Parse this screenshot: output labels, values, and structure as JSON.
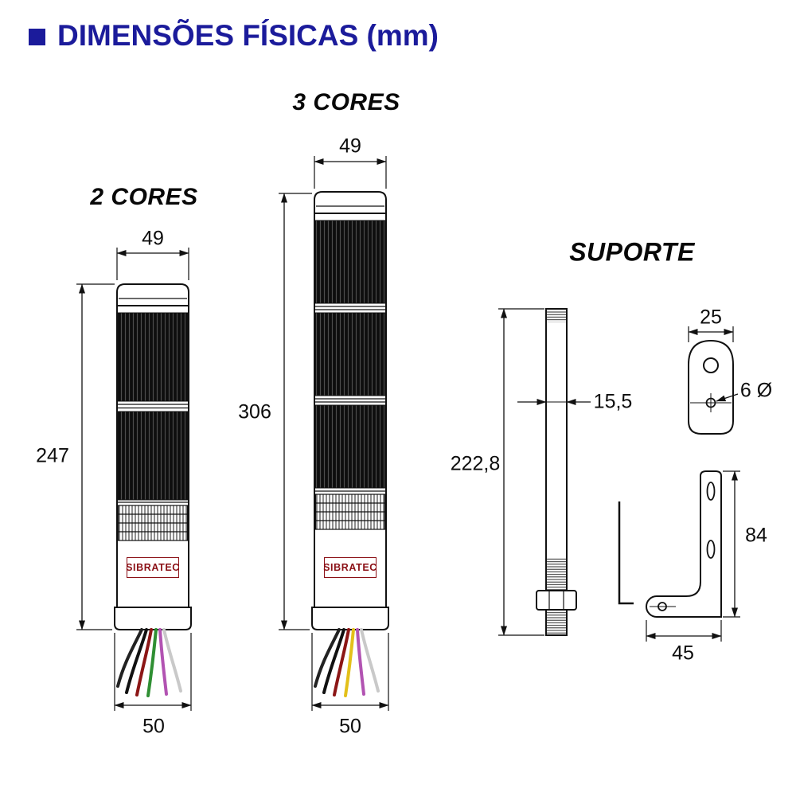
{
  "title": {
    "text": "DIMENSÕES FÍSICAS (mm)"
  },
  "towers": {
    "two": {
      "label": "2 CORES",
      "top_width": "49",
      "height": "247",
      "bottom_width": "50",
      "brand": "SIBRATEC"
    },
    "three": {
      "label": "3 CORES",
      "top_width": "49",
      "height": "306",
      "bottom_width": "50",
      "brand": "SIBRATEC"
    }
  },
  "support": {
    "label": "SUPORTE",
    "pole_height": "222,8",
    "pole_width": "15,5",
    "tab_width": "25",
    "hole_diameter": "6 Ø",
    "bracket_height": "84",
    "bracket_base": "45"
  },
  "colors": {
    "title_blue": "#1b1b9b",
    "brand_red": "#8b1016",
    "line_black": "#111111",
    "wire_colors_two": [
      "#222222",
      "#111111",
      "#8c1616",
      "#2f8f33",
      "#b253b2",
      "#c9c9c9"
    ],
    "wire_colors_three": [
      "#222222",
      "#111111",
      "#8c1616",
      "#e3c01a",
      "#b253b2",
      "#c9c9c9"
    ]
  }
}
